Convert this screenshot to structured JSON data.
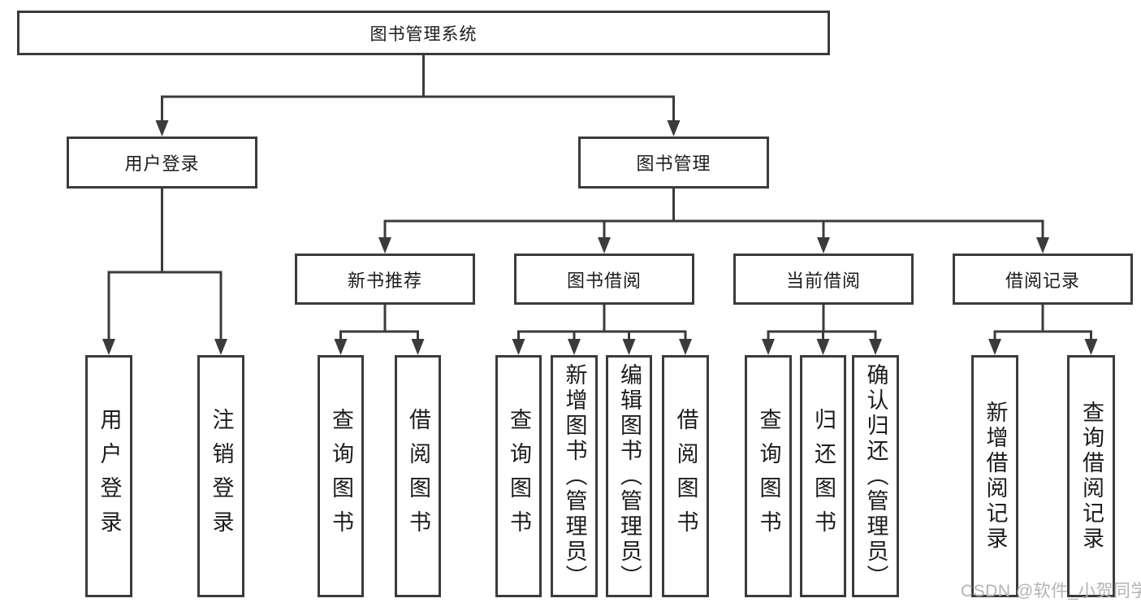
{
  "diagram_type": "functional-structure-tree",
  "tree": {
    "root": {
      "label": "图书管理系统",
      "children": [
        {
          "label": "用户登录",
          "children": [
            {
              "label": "用户登录"
            },
            {
              "label": "注销登录"
            }
          ]
        },
        {
          "label": "图书管理",
          "children": [
            {
              "label": "新书推荐",
              "children": [
                {
                  "label": "查询图书"
                },
                {
                  "label": "借阅图书"
                }
              ]
            },
            {
              "label": "图书借阅",
              "children": [
                {
                  "label": "查询图书"
                },
                {
                  "label": "新增图书（管理员）"
                },
                {
                  "label": "编辑图书（管理员）"
                },
                {
                  "label": "借阅图书"
                }
              ]
            },
            {
              "label": "当前借阅",
              "children": [
                {
                  "label": "查询图书"
                },
                {
                  "label": "归还图书"
                },
                {
                  "label": "确认归还（管理员）"
                }
              ]
            },
            {
              "label": "借阅记录",
              "children": [
                {
                  "label": "新增借阅记录"
                },
                {
                  "label": "查询借阅记录"
                }
              ]
            }
          ]
        }
      ]
    }
  },
  "watermark": {
    "text": "CSDN @软件_小贺同学"
  },
  "colors": {
    "line": "#3b3b3b",
    "text": "#1c1c1c",
    "watermark": "#b3b3b3",
    "background": "#ffffff"
  }
}
